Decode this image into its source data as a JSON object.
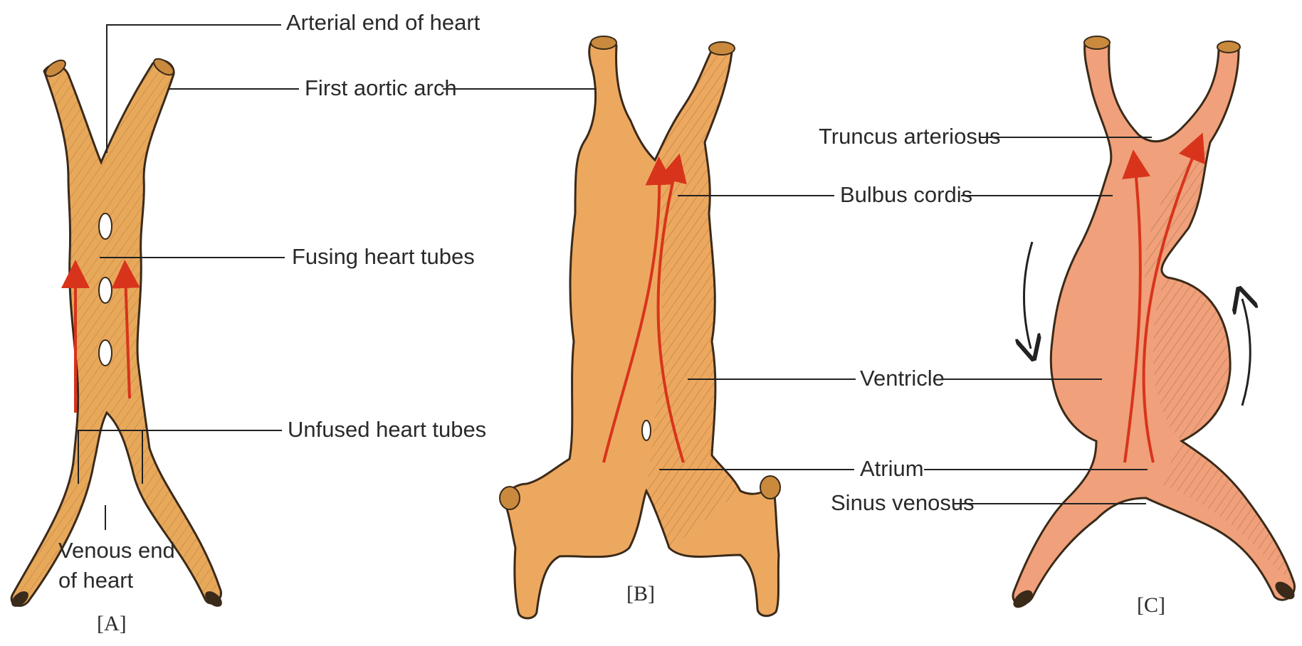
{
  "figure_a": {
    "caption": "[A]",
    "labels": {
      "arterial_end": "Arterial end of heart",
      "first_aortic_arch": "First aortic arch",
      "fusing_tubes": "Fusing heart tubes",
      "unfused_tubes": "Unfused heart tubes",
      "venous_end_line1": "Venous end",
      "venous_end_line2": "of heart"
    }
  },
  "figure_b": {
    "caption": "[B]"
  },
  "figure_c": {
    "caption": "[C]",
    "labels": {
      "truncus": "Truncus arteriosus",
      "bulbus": "Bulbus cordis",
      "ventricle": "Ventricle",
      "atrium": "Atrium",
      "sinus": "Sinus venosus"
    }
  },
  "colors": {
    "tube_fill_a": "#e8a85a",
    "tube_fill_b": "#eda85f",
    "tube_fill_c": "#f0a07a",
    "outline": "#3a2a1a",
    "flow_arrow": "#d8341c",
    "leader": "#222222"
  }
}
